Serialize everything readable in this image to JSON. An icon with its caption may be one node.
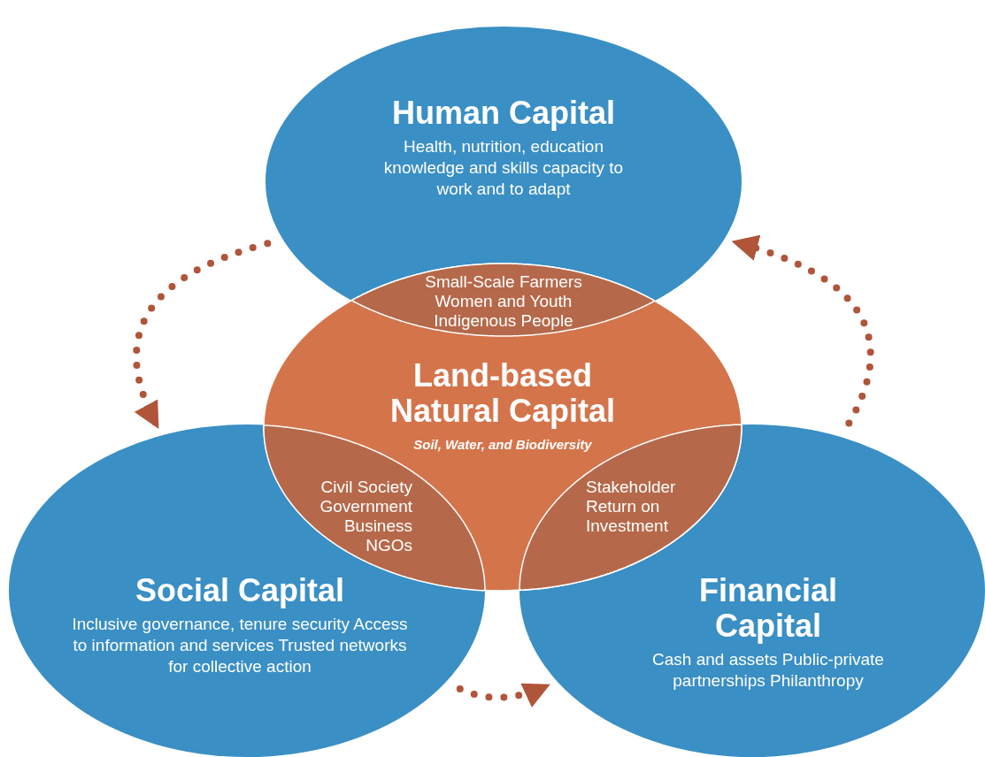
{
  "diagram": {
    "nodes": [
      {
        "text": [
          "Human Capital",
          "Health, nutrition, education knowledge and skills capacity to work and to adapt"
        ]
      },
      {
        "text": [
          "Land-based Natural Capital",
          "Soil, Water, and Biodiversity"
        ]
      },
      {
        "text": [
          "Social Capital",
          "Inclusive governance, tenure security Access to information and services Trusted networks for collective action"
        ]
      },
      {
        "text": [
          "Financial Capital",
          "Cash and assets Public-private partnerships Philanthropy"
        ]
      },
      {
        "text": [
          "Small-Scale Farmers Women and Youth Indigenous People"
        ]
      },
      {
        "text": [
          "Civil Society Government Business NGOs"
        ]
      },
      {
        "text": [
          "Stakeholder Return on Investment"
        ]
      }
    ],
    "edges": [
      {
        "from": 0,
        "to": 2,
        "arrow": "to",
        "style": "dashed"
      },
      {
        "from": 2,
        "to": 3,
        "arrow": "to",
        "style": "dashed"
      },
      {
        "from": 3,
        "to": 0,
        "arrow": "to",
        "style": "dashed"
      }
    ]
  }
}
